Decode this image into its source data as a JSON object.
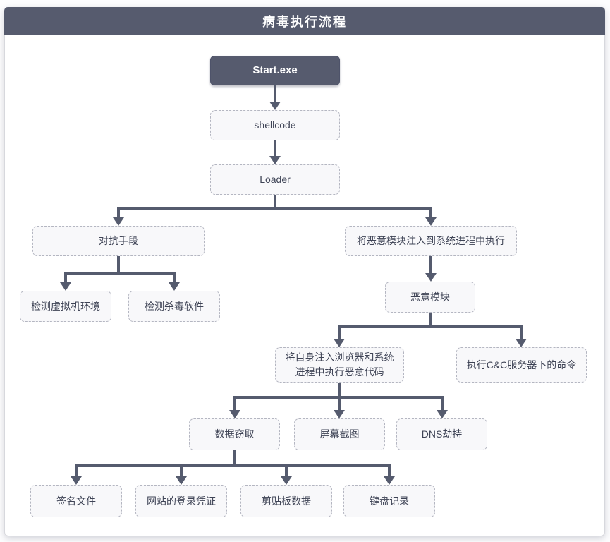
{
  "header": {
    "title": "病毒执行流程"
  },
  "flowchart": {
    "nodes": {
      "start": "Start.exe",
      "shellcode": "shellcode",
      "loader": "Loader",
      "countermeasures": "对抗手段",
      "inject_system": "将恶意模块注入到系统进程中执行",
      "detect_vm": "检测虚拟机环境",
      "detect_av": "检测杀毒软件",
      "malicious_module": "恶意模块",
      "inject_browser": "将自身注入浏览器和系统进程中执行恶意代码",
      "exec_cc": "执行C&C服务器下的命令",
      "data_theft": "数据窃取",
      "screen_capture": "屏幕截图",
      "dns_hijack": "DNS劫持",
      "signed_files": "签名文件",
      "web_credentials": "网站的登录凭证",
      "clipboard_data": "剪贴板数据",
      "keylogging": "键盘记录"
    },
    "edges": [
      {
        "from": "start",
        "to": "shellcode"
      },
      {
        "from": "shellcode",
        "to": "loader"
      },
      {
        "from": "loader",
        "to": "countermeasures"
      },
      {
        "from": "loader",
        "to": "inject_system"
      },
      {
        "from": "countermeasures",
        "to": "detect_vm"
      },
      {
        "from": "countermeasures",
        "to": "detect_av"
      },
      {
        "from": "inject_system",
        "to": "malicious_module"
      },
      {
        "from": "malicious_module",
        "to": "inject_browser"
      },
      {
        "from": "malicious_module",
        "to": "exec_cc"
      },
      {
        "from": "inject_browser",
        "to": "data_theft"
      },
      {
        "from": "inject_browser",
        "to": "screen_capture"
      },
      {
        "from": "inject_browser",
        "to": "dns_hijack"
      },
      {
        "from": "data_theft",
        "to": "signed_files"
      },
      {
        "from": "data_theft",
        "to": "web_credentials"
      },
      {
        "from": "data_theft",
        "to": "clipboard_data"
      },
      {
        "from": "data_theft",
        "to": "keylogging"
      }
    ],
    "colors": {
      "accent_dark": "#565b6e",
      "node_fill": "#f8f8fa",
      "node_border": "#b4b6c1",
      "node_text": "#3e4355"
    }
  }
}
